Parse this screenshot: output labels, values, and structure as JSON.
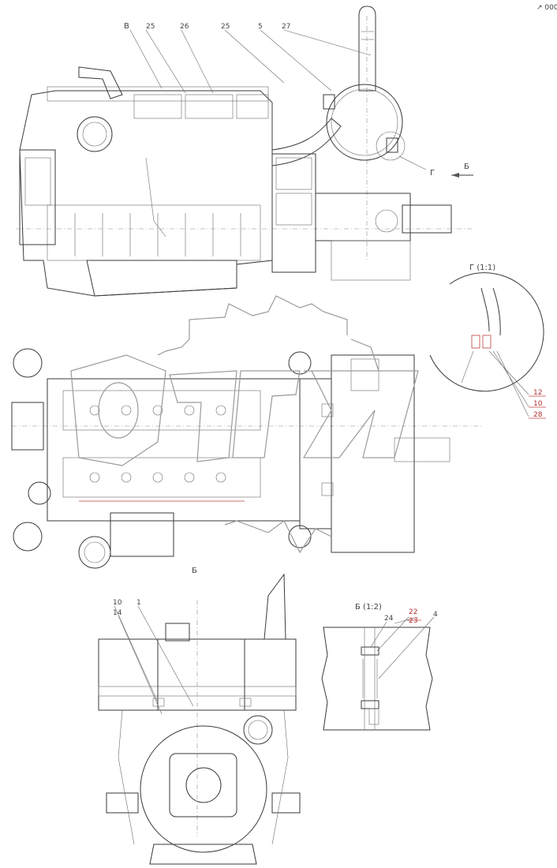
{
  "views": {
    "top_view_letter": "В",
    "section_g_title": "Г (1:1)",
    "section_b_title": "Б (1:2)",
    "arrow_b_label": "Б",
    "arrow_g_label": "Г",
    "front_view_label": "Б"
  },
  "callouts_top": [
    "25",
    "26",
    "25",
    "5",
    "27"
  ],
  "callouts_g": [
    "12",
    "10",
    "28"
  ],
  "callouts_front": [
    "10",
    "14",
    "1"
  ],
  "callouts_b": [
    "24",
    "22",
    "23",
    "4"
  ],
  "corner_mark": "↗ 000"
}
